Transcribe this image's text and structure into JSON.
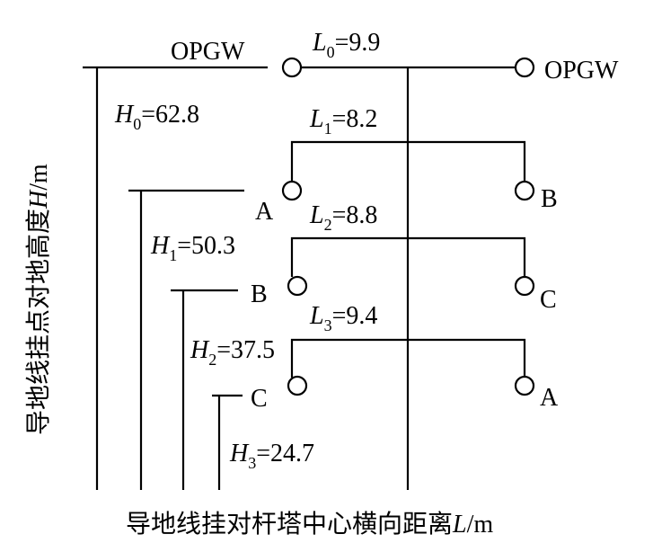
{
  "axis": {
    "x_label_cn": "导地线挂对杆塔中心横向距离",
    "x_symbol": "L",
    "x_unit": "/m",
    "y_label_cn": "导地线挂点对地高度",
    "y_symbol": "H",
    "y_unit": "/m"
  },
  "ground_wire": {
    "left_label": "OPGW",
    "right_label": "OPGW",
    "span_symbol": "L",
    "span_sub": "0",
    "span_value": "=9.9",
    "height_symbol": "H",
    "height_sub": "0",
    "height_value": "=62.8"
  },
  "levels": [
    {
      "span_symbol": "L",
      "span_sub": "1",
      "span_value": "=8.2",
      "left_phase": "A",
      "right_phase": "B",
      "height_symbol": "H",
      "height_sub": "1",
      "height_value": "=50.3"
    },
    {
      "span_symbol": "L",
      "span_sub": "2",
      "span_value": "=8.8",
      "left_phase": "B",
      "right_phase": "C",
      "height_symbol": "H",
      "height_sub": "2",
      "height_value": "=37.5"
    },
    {
      "span_symbol": "L",
      "span_sub": "3",
      "span_value": "=9.4",
      "left_phase": "C",
      "right_phase": "A",
      "height_symbol": "H",
      "height_sub": "3",
      "height_value": "=24.7"
    }
  ]
}
